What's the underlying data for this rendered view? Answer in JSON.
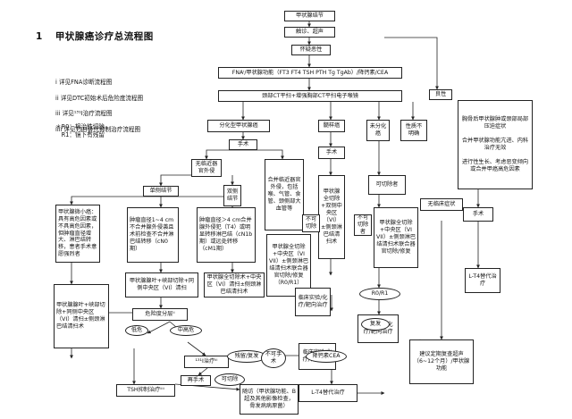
{
  "title": {
    "number": "1",
    "text": "甲状腺癌诊疗总流程图"
  },
  "legend": [
    "i  详见FNA诊断流程图",
    "ii  详见DTC初始术后危险度流程图",
    "iii  详见¹³¹I治疗流程图",
    "iiii  详见TSH替代抑制治疗流程图"
  ],
  "legend_note": "＊R0：根治性切除\n　R1：镜下有残留",
  "nodes": {
    "thyroid_nodule": "甲状腺结节",
    "palpation": "触诊、超声",
    "suspect_malignant": "怀疑恶性",
    "workup": "FNAⁱ/甲状腺功能（FT3 FT4 TSH PTH Tg TgAb）/降钙素/CEA",
    "ct": "颈部CT平扫+增强胸部CT平扫电子喉镜",
    "benign": "良性",
    "benign_detail": "胸骨后甲状腺肿或颈部局部压迫症状\n\n合并甲状腺功能亢进、内科治疗无效\n\n进行性生长、考虑恶变倾向或合并甲癌高危因素",
    "differentiated": "分化型甲状腺癌",
    "medullary": "髓样癌",
    "undiff": "未分化癌",
    "unclear": "性质不明确",
    "surgery1": "手术",
    "no_risk": "无临近器官外侵",
    "local_invasion": "合并临近器官外侵，包括喉、气管、食管、颈侧部大血管等",
    "single_nodule": "单侧结节",
    "bilateral": "双侧结节",
    "c1": "甲状腺微小癌：具有高危因素或不具高危因素，但肿瘤直径增大、淋巴结转移，患者手术意愿强烈者",
    "c2": "肿瘤直径1~4 cm不合并腺外侵袭且术前检查不合并淋巴结转移（cN0期）",
    "c3": "肿瘤直径＞4 cm合并腺外侵犯（T4）或明显转移淋巴结（cN1b期）或远处转移（cM1期）",
    "lobe_central": "甲状腺腺叶+峡部切除+同侧中央区（VI）清扫",
    "total_thyroid": "甲状腺全切除术+中央区（VI）清扫±侧颈淋巴结清扫术",
    "lobe_plus": "甲状腺腺叶+峡部切除+同侧中央区（VI）清扫±侧颈淋巴结清扫术",
    "total_plus": "甲状腺全切除+中央区（VI VII）±侧颈淋巴结清扫术联合器官切除/修复（R0/R1）",
    "total_med": "甲状腺全切除+双侧中央区（VI）±侧颈淋巴结清扫术",
    "surgery_med": "手术",
    "cannot_resect1": "不可切除",
    "cannot_resect2": "不可切除者",
    "can_resect": "可切除者",
    "total_undiff": "甲状腺全切除+中央区（VI VII）±侧颈淋巴结清扫术联合器官切除/修复",
    "risk_stratify": "危险度分层ⁱⁱ",
    "low_risk": "低危",
    "mid_high": "中高危",
    "rai": "¹³¹I治疗ⁱⁱⁱ",
    "recur": "残留/复发",
    "reop": "再手术",
    "cannot_op": "不可手术",
    "can_op": "可切除",
    "clinical_trial1": "临床实验/化疗/靶向治疗",
    "clinical_trial2": "临床实验/化疗/靶向治疗",
    "clinical_trial3": "临床实验/化疗/靶向治疗",
    "calcitonin_cea": "降钙素CEA",
    "r0r1": "R0/R1",
    "relapse": "复发",
    "surgery_benign": "手术",
    "no_symptom": "无临床症状",
    "l_t4": "L-T4替代治疗",
    "followup_regular": "建议定期复查超声（6~12个月）/甲状腺功能",
    "tsh": "TSH抑制治疗ⁱⁱⁱⁱ",
    "followup": "随访（甲状腺功能、B超及其他影像检查，骨发病病原菌）",
    "l_t4_2": "L-T4替代治疗"
  }
}
